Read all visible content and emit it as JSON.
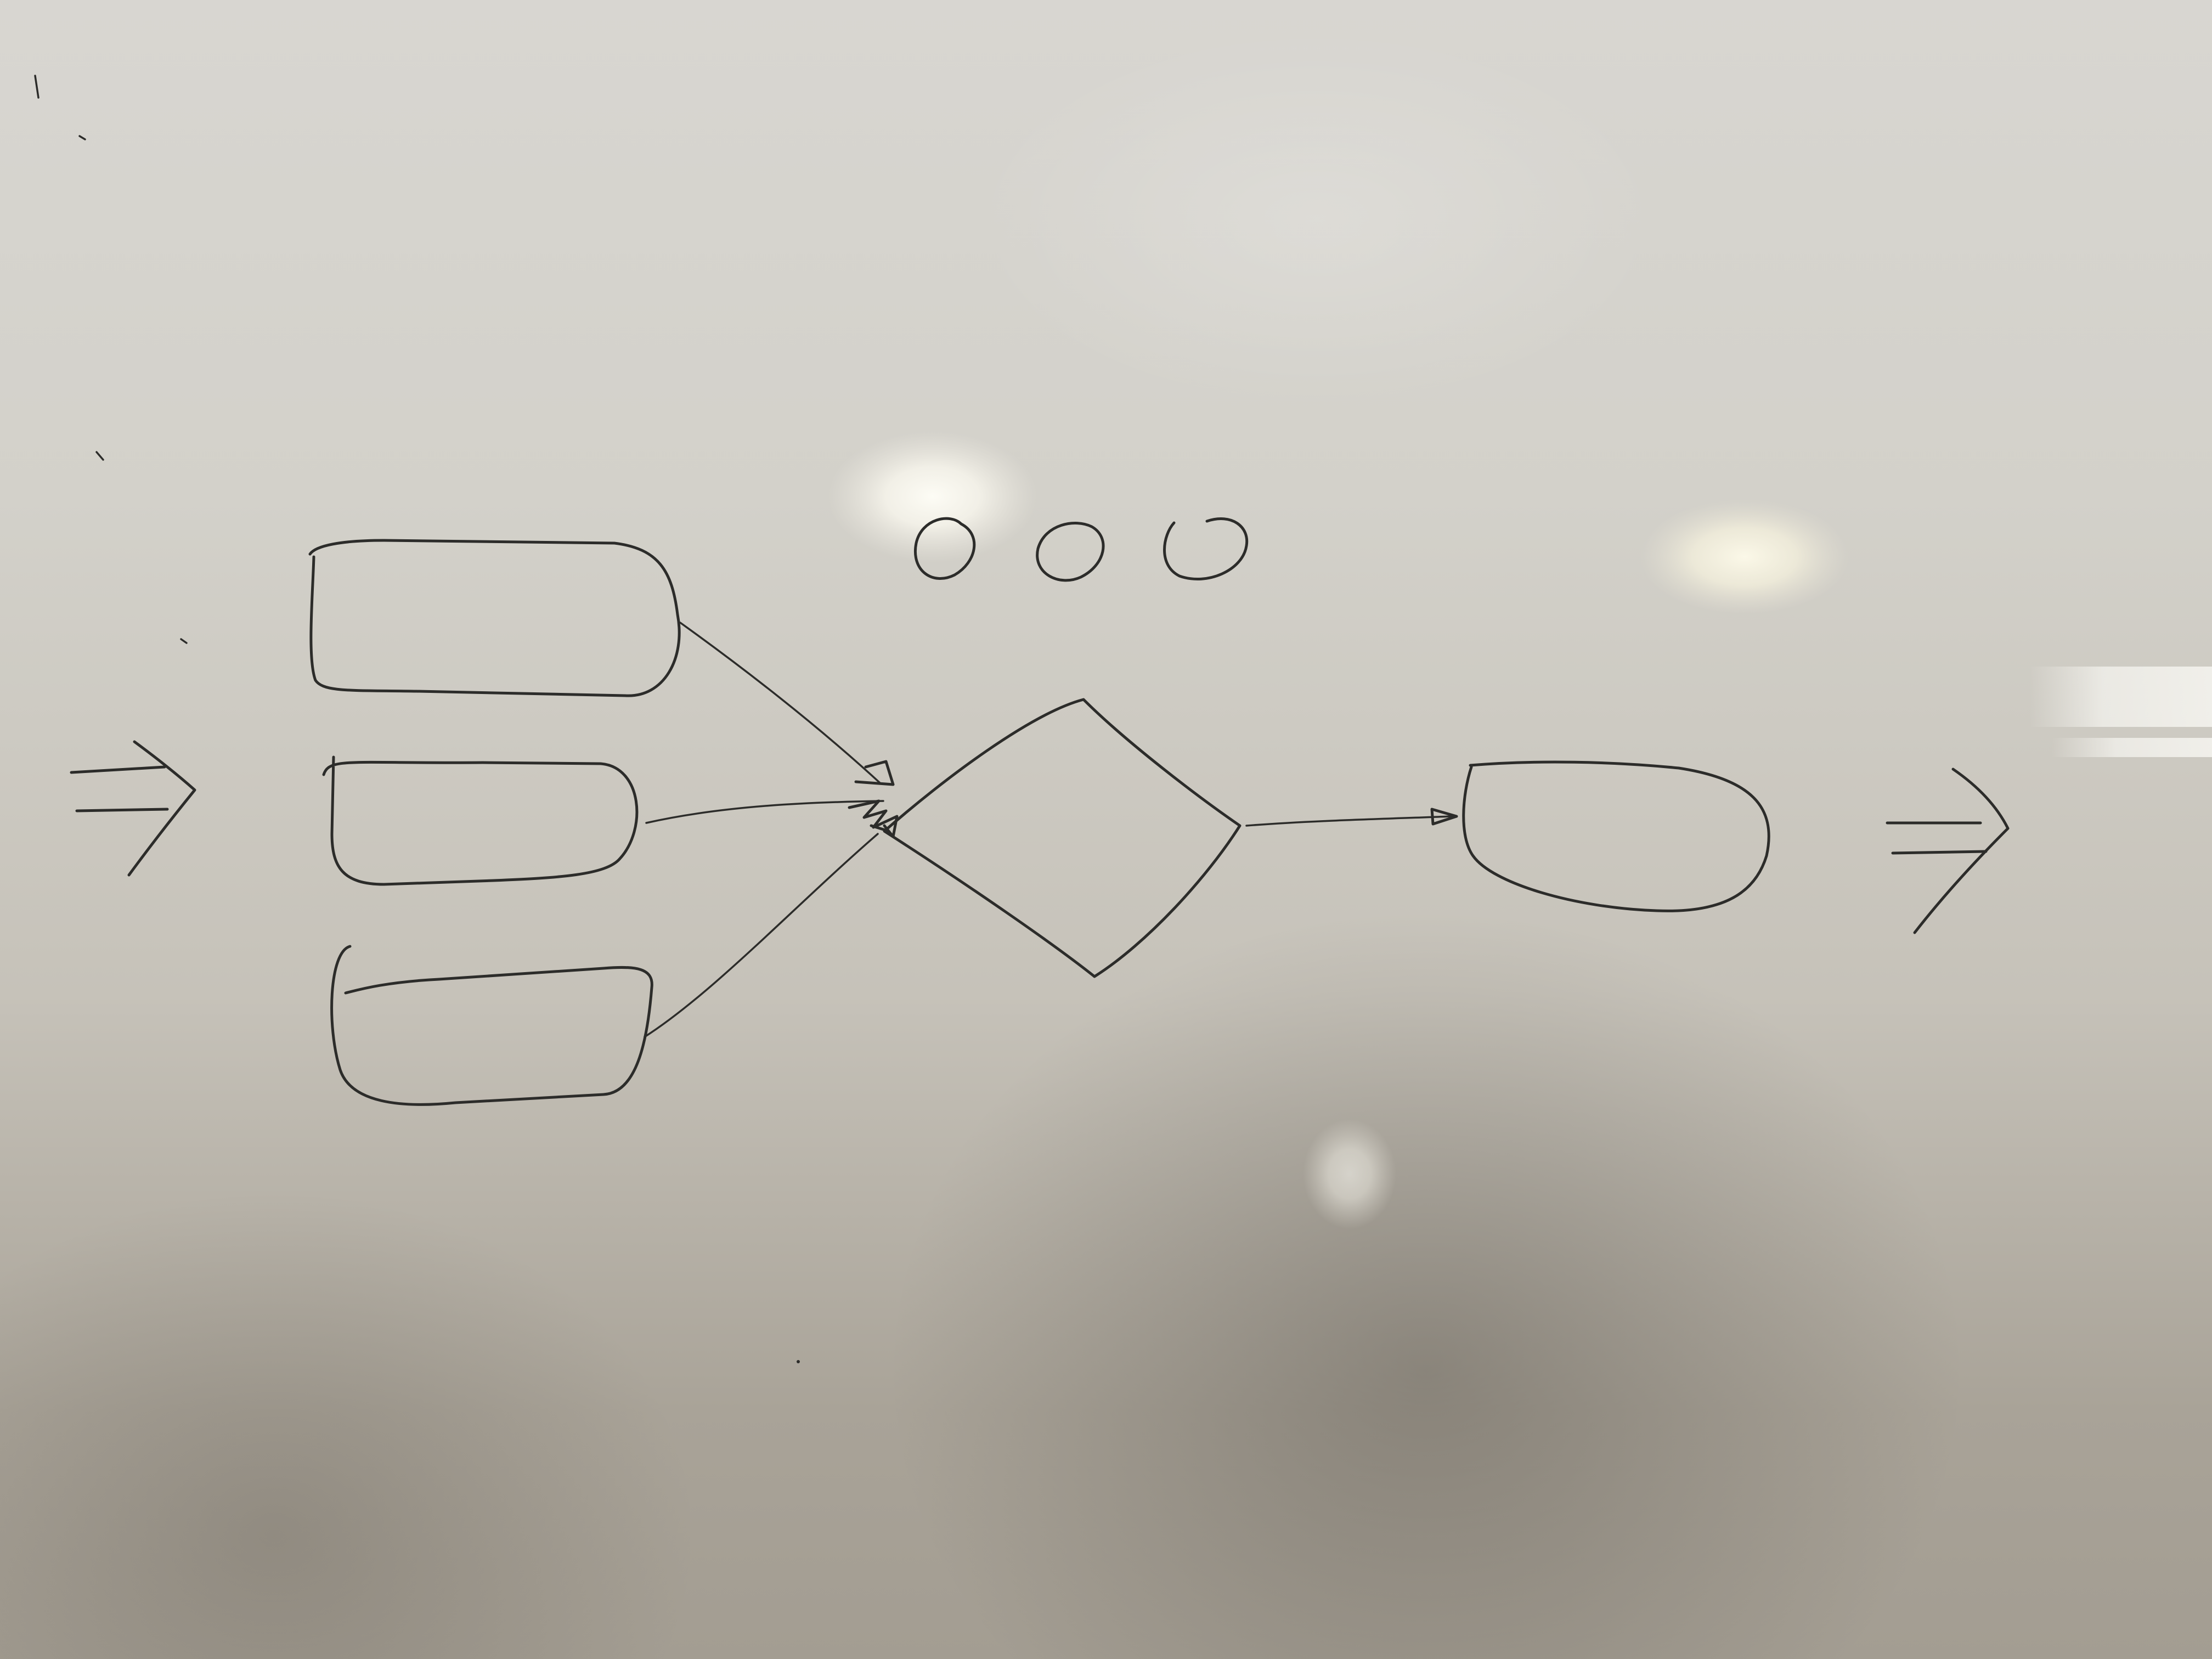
{
  "scene": "whiteboard-flowchart",
  "colors": {
    "ink": "#2c2c2a",
    "board": "#d3d1ca",
    "glare": "#fbfaf3"
  },
  "diagram": {
    "inputs": [
      "rounded-rect",
      "rounded-rect",
      "rounded-rect"
    ],
    "merge_node": "diamond",
    "output": "oval",
    "ellipsis_circles": 3,
    "side_arrows": [
      "double-arrow-in",
      "double-arrow-out"
    ]
  }
}
